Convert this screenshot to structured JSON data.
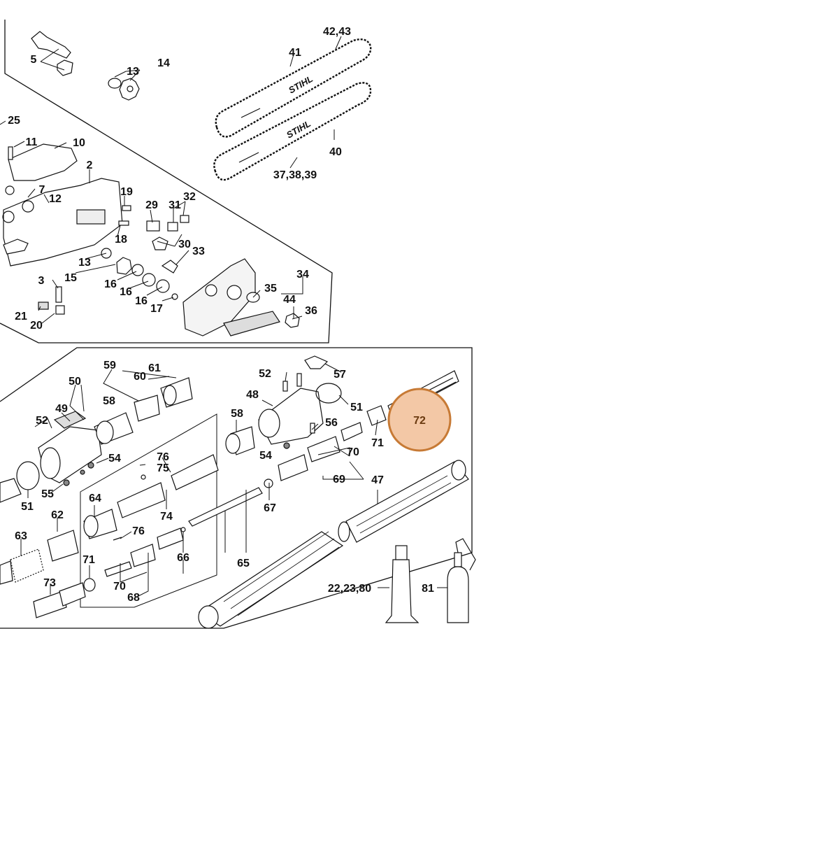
{
  "colors": {
    "line": "#111111",
    "part_fill": "#ffffff",
    "part_shade": "#dcdcdc",
    "highlight_fill": "#f3c8a6",
    "highlight_stroke": "#c77a35",
    "highlight_text": "#6a3a10"
  },
  "brand": "STIHL",
  "highlight": {
    "label": "72"
  },
  "callouts": {
    "c5": "5",
    "c13a": "13",
    "c14": "14",
    "c42_43": "42,43",
    "c41": "41",
    "c25": "25",
    "c11": "11",
    "c10": "10",
    "c2": "2",
    "c7": "7",
    "c12": "12",
    "c19": "19",
    "c29": "29",
    "c31": "31",
    "c32": "32",
    "c40": "40",
    "c37_38_39": "37,38,39",
    "c18": "18",
    "c30": "30",
    "c33": "33",
    "c13b": "13",
    "c15": "15",
    "c3": "3",
    "c16a": "16",
    "c16b": "16",
    "c16c": "16",
    "c34": "34",
    "c35": "35",
    "c44": "44",
    "c36": "36",
    "c17": "17",
    "c21": "21",
    "c20": "20",
    "c59": "59",
    "c61": "61",
    "c52a": "52",
    "c57": "57",
    "c50": "50",
    "c60": "60",
    "c48": "48",
    "c49": "49",
    "c58a": "58",
    "c58b": "58",
    "c51a": "51",
    "c52b": "52",
    "c56": "56",
    "c71a": "71",
    "c70a": "70",
    "c54a": "54",
    "c54b": "54",
    "c76a": "76",
    "c75": "75",
    "c69": "69",
    "c47": "47",
    "c51b": "51",
    "c55": "55",
    "c64": "64",
    "c74": "74",
    "c67": "67",
    "c62": "62",
    "c76b": "76",
    "c63": "63",
    "c66": "66",
    "c65": "65",
    "c71b": "71",
    "c73": "73",
    "c70b": "70",
    "c68": "68",
    "c22_23_80": "22,23,80",
    "c81": "81"
  }
}
